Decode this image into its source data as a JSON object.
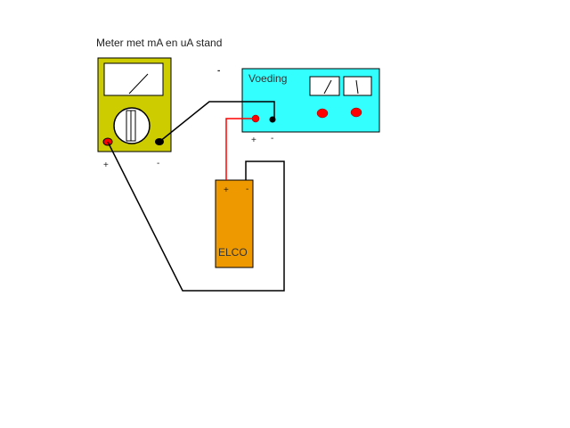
{
  "meter": {
    "title": "Meter met mA en uA stand",
    "plus": "+",
    "minus": "-",
    "body_color": "#cccc00",
    "terminal_plus_color": "#ff0000",
    "terminal_minus_color": "#000000"
  },
  "power_supply": {
    "title": "Voeding",
    "plus": "+",
    "minus": "-",
    "floating_minus": "-",
    "body_color": "#33ffff",
    "knob_color": "#ff0000"
  },
  "capacitor": {
    "label": "ELCO",
    "plus": "+",
    "minus": "-",
    "body_color": "#ee9900"
  },
  "wires": {
    "red_color": "#ff0000",
    "black_color": "#000000"
  }
}
